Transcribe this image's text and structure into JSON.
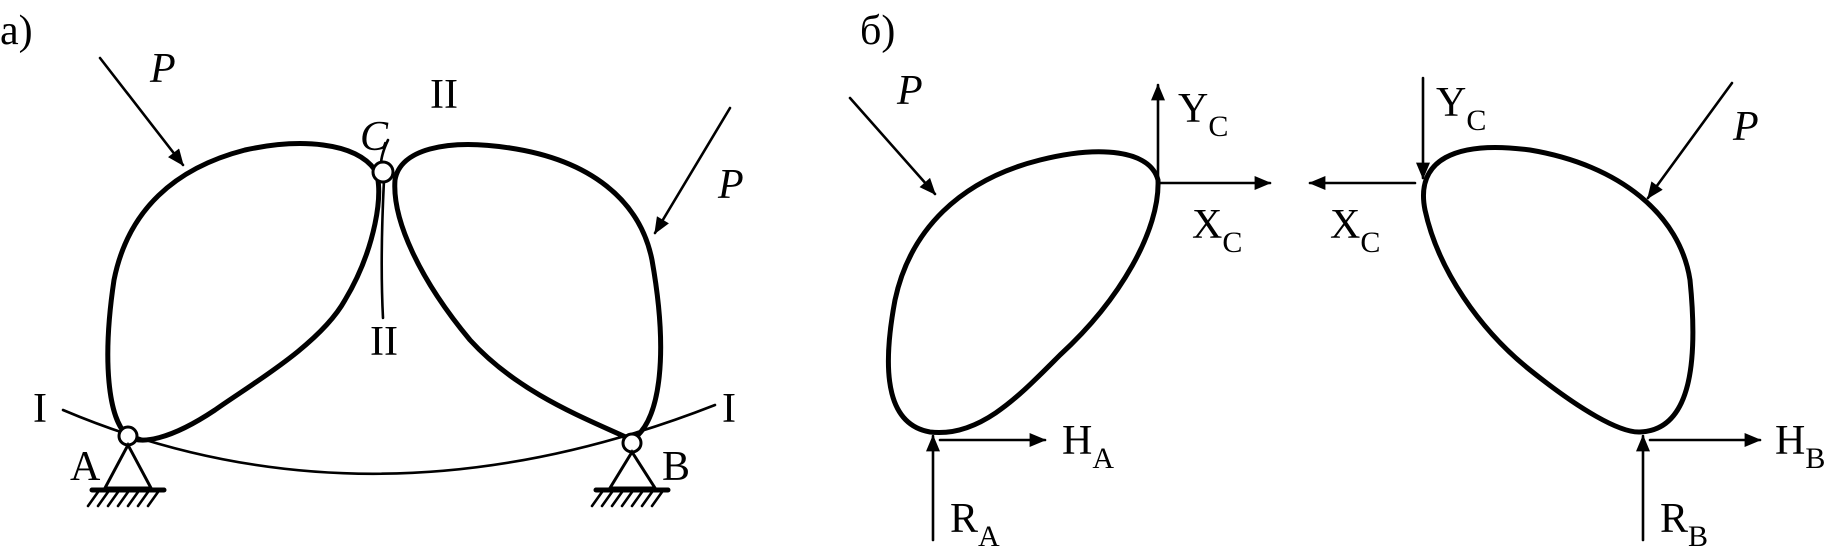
{
  "panel_a": {
    "label": "а)",
    "load_left": "P",
    "load_right": "P",
    "hinge_c": "C",
    "section_ii_top": "II",
    "section_ii_bottom": "II",
    "section_i_left": "I",
    "section_i_right": "I",
    "support_a": "A",
    "support_b": "B"
  },
  "panel_b": {
    "label": "б)",
    "load_left": "P",
    "load_right": "P",
    "left_body": {
      "y_main": "Y",
      "y_sub": "C",
      "x_main": "X",
      "x_sub": "C",
      "h_main": "H",
      "h_sub": "A",
      "r_main": "R",
      "r_sub": "A"
    },
    "right_body": {
      "y_main": "Y",
      "y_sub": "C",
      "x_main": "X",
      "x_sub": "C",
      "h_main": "H",
      "h_sub": "B",
      "r_main": "R",
      "r_sub": "B"
    }
  }
}
